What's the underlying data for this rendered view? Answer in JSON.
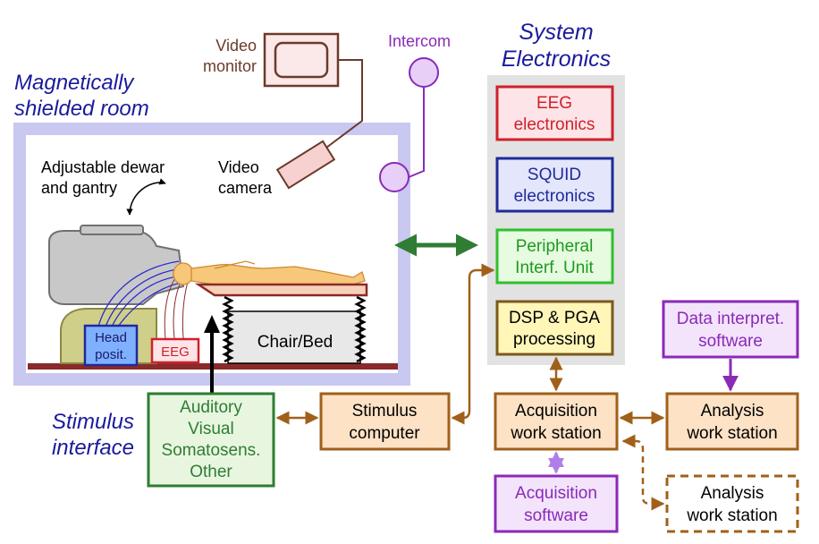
{
  "labels": {
    "shielded_room": [
      "Magnetically",
      "shielded room"
    ],
    "system_electronics": [
      "System",
      "Electronics"
    ],
    "stimulus_interface": [
      "Stimulus",
      "interface"
    ],
    "video_monitor": [
      "Video",
      "monitor"
    ],
    "intercom": "Intercom",
    "video_camera": [
      "Video",
      "camera"
    ],
    "dewar": [
      "Adjustable dewar",
      "and gantry"
    ],
    "chair_bed": "Chair/Bed",
    "head_posit": [
      "Head",
      "posit."
    ],
    "eeg_small": "EEG"
  },
  "boxes": {
    "eeg_electronics": [
      "EEG",
      "electronics"
    ],
    "squid_electronics": [
      "SQUID",
      "electronics"
    ],
    "peripheral_unit": [
      "Peripheral",
      "Interf. Unit"
    ],
    "dsp_pga": [
      "DSP & PGA",
      "processing"
    ],
    "data_interpret": [
      "Data interpret.",
      "software"
    ],
    "stimulus_types": [
      "Auditory",
      "Visual",
      "Somatosens.",
      "Other"
    ],
    "stimulus_computer": [
      "Stimulus",
      "computer"
    ],
    "acquisition_ws": [
      "Acquisition",
      "work station"
    ],
    "analysis_ws": [
      "Analysis",
      "work station"
    ],
    "acquisition_sw": [
      "Acquisition",
      "software"
    ],
    "analysis_ws_dashed": [
      "Analysis",
      "work station"
    ]
  },
  "colors": {
    "room_border": "#c8c8f0",
    "blue_text": "#1a1a9c",
    "eeg_red": "#d0202a",
    "eeg_fill": "#fde4e8",
    "squid_blue": "#1f2a9a",
    "squid_fill": "#e4e6fb",
    "peripheral_green": "#2fbf2f",
    "peripheral_fill": "#e6fbe0",
    "dsp_brown": "#7a5a1c",
    "dsp_fill": "#fff6b8",
    "purple": "#8a2ab8",
    "purple_fill": "#f3e4fb",
    "orange_brown": "#a0601a",
    "orange_fill": "#fde2c6",
    "stim_green": "#2e7d32",
    "stim_fill": "#e8f6e0",
    "monitor_brown": "#6b3a2a",
    "panel_gray": "#e2e2e2"
  }
}
